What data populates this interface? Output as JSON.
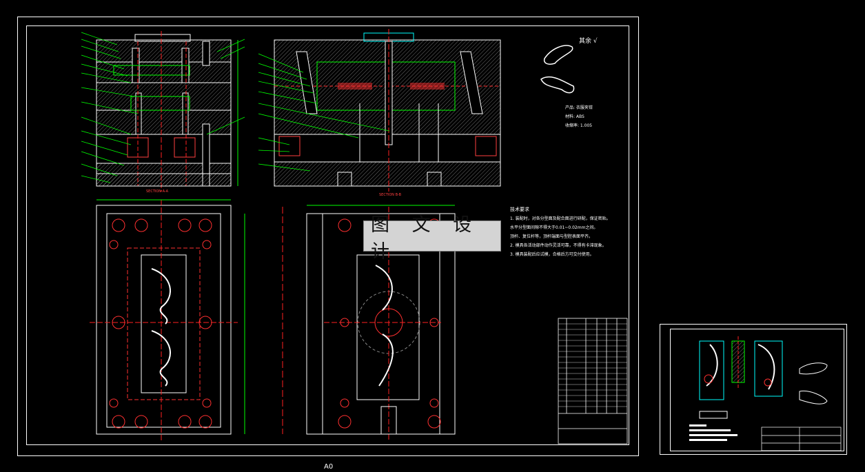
{
  "sheet": {
    "size_label": "A0"
  },
  "watermark": {
    "text": "图 文 设 计"
  },
  "surface_finish": {
    "label": "其余"
  },
  "section_labels": {
    "left": "SECTION A-A",
    "right": "SECTION B-B"
  },
  "part_info": {
    "line1": "产品: 衣服夹钳",
    "line2": "材料: ABS",
    "line3": "收缩率: 1.005"
  },
  "technical_requirements": {
    "title": "技术要求",
    "items": [
      "1. 装配时，对各分型面及配合面进行研配，保证密贴。",
      "水平分型面间隙不得大于0.01~0.02mm之间。",
      "顶杆、复位杆等，顶杆端面与型腔表面平齐。",
      "2. 模具各活动部件动作灵活可靠，不得有卡滞现象。",
      "3. 模具装配后应试模，合格后方可交付使用。"
    ]
  },
  "colors": {
    "background": "#000000",
    "frame": "#ffffff",
    "hatch": "#ffffff",
    "centerline": "#ff2020",
    "dimension": "#00ff00",
    "hidden": "#ff3030",
    "cyan": "#00ffff",
    "yellow": "#ffff00"
  }
}
